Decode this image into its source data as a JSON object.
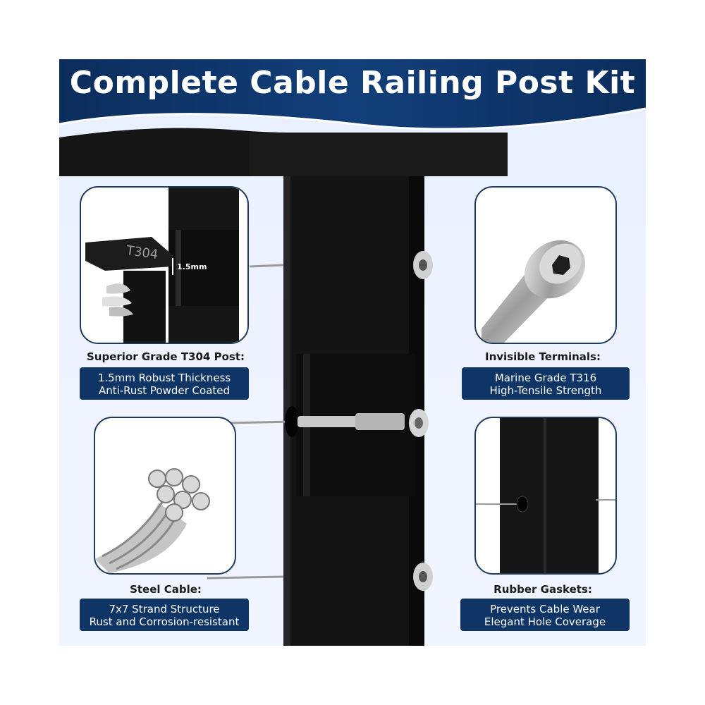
{
  "title": "Complete Cable Railing Post Kit",
  "colors": {
    "banner": "#0e3566",
    "post": "#151515",
    "panel": "#e9f0ff",
    "accent_border": "#1f3a5f"
  },
  "features": [
    {
      "heading": "Superior Grade T304 Post:",
      "lines": [
        "1.5mm Robust Thickness",
        "Anti-Rust Powder Coated"
      ],
      "image": "post-cross-section",
      "engraving": "T304",
      "dimension": "1.5mm"
    },
    {
      "heading": "Invisible Terminals:",
      "lines": [
        "Marine Grade T316",
        "High-Tensile Strength"
      ],
      "image": "terminal-bolt"
    },
    {
      "heading": "Steel Cable:",
      "lines": [
        "7x7 Strand Structure",
        "Rust and Corrosion-resistant"
      ],
      "image": "steel-cable-strands"
    },
    {
      "heading": "Rubber Gaskets:",
      "lines": [
        "Prevents Cable Wear",
        "Elegant Hole Coverage"
      ],
      "image": "post-with-gasket"
    }
  ]
}
